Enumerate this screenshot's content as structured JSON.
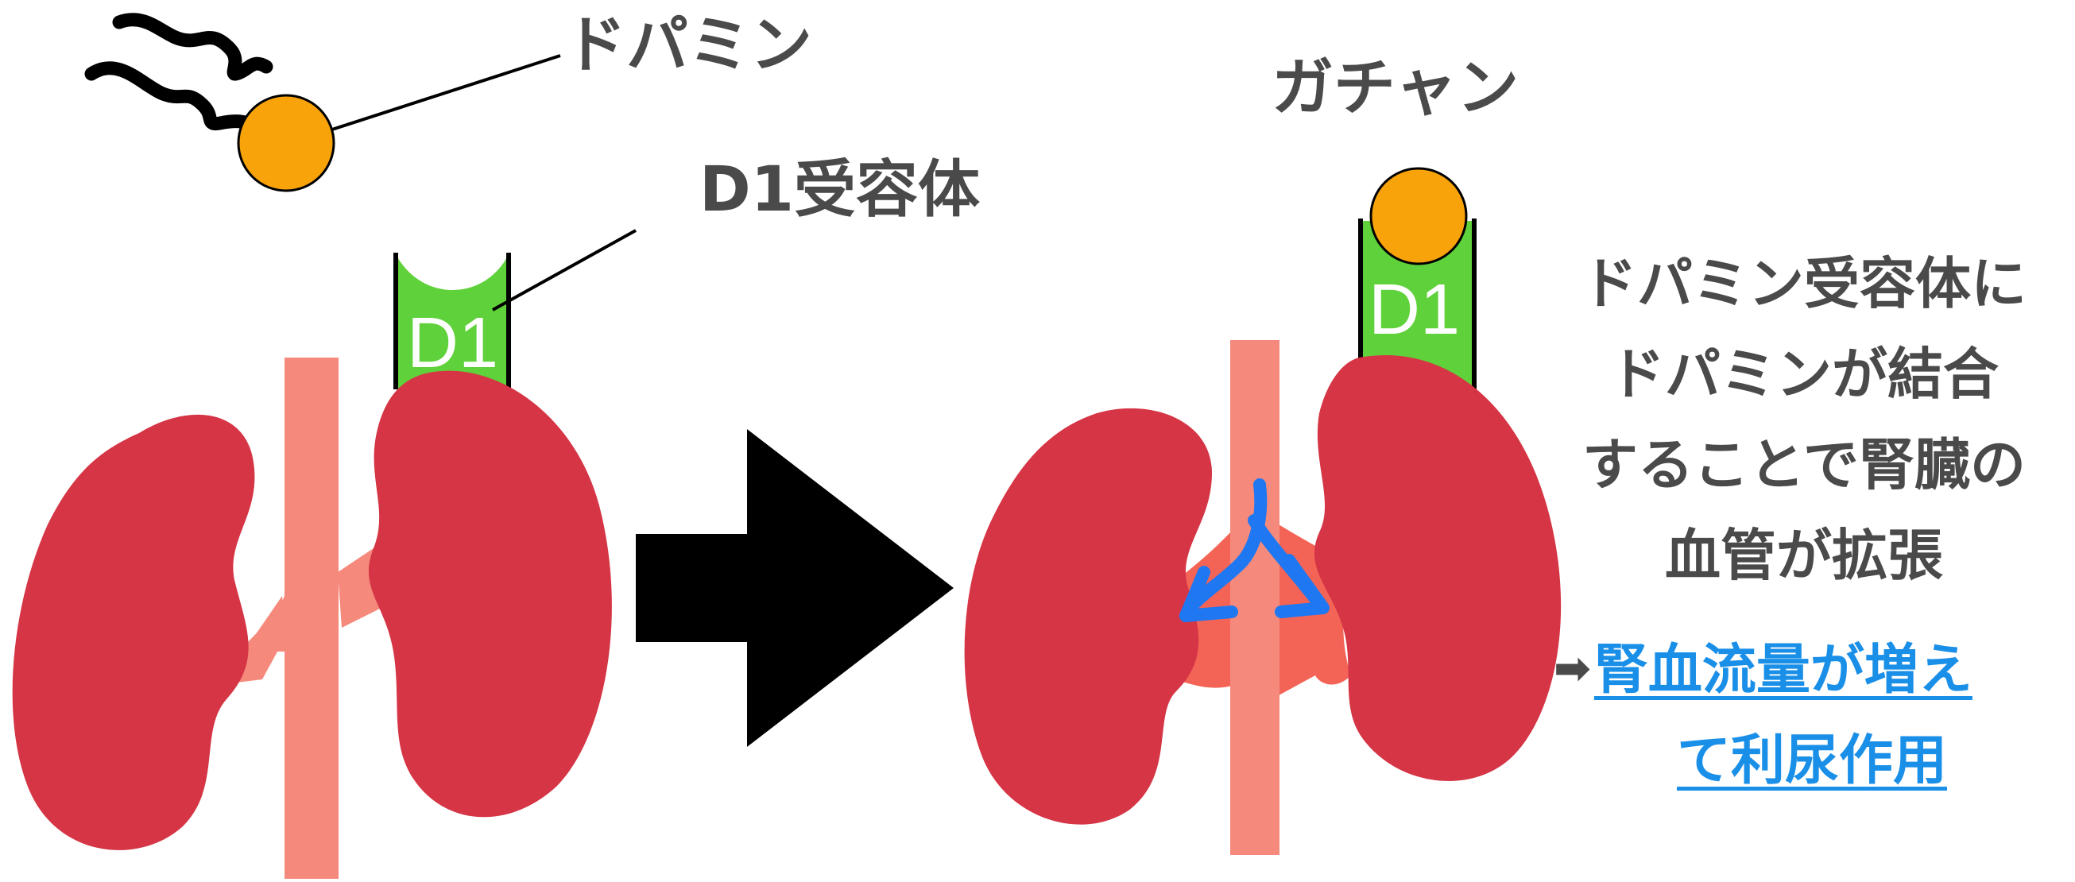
{
  "labels": {
    "dopamine": "ドパミン",
    "d1_receptor": "D1受容体",
    "binding_sound": "ガチャン",
    "receptor_short": "D1"
  },
  "explanation": {
    "lines": [
      "ドパミン受容体に",
      "ドパミンが結合",
      "することで腎臓の",
      "血管が拡張"
    ]
  },
  "conclusion": {
    "line1": "腎血流量が増え",
    "line2": "て利尿作用"
  },
  "colors": {
    "dopamine": "#F8A30A",
    "receptor": "#5FD13A",
    "kidney": "#D53545",
    "vessel": "#F58A7C",
    "dilated_vessel": "#F36456",
    "dilation_arrows": "#1F78F2",
    "main_arrow": "#000000",
    "link_text": "#1A8FE8",
    "label_text": "#4A4A4A"
  },
  "icons": [
    "movement-squiggle-icon",
    "flow-arrow-icon",
    "dilation-arrows-icon",
    "right-arrow-icon"
  ]
}
